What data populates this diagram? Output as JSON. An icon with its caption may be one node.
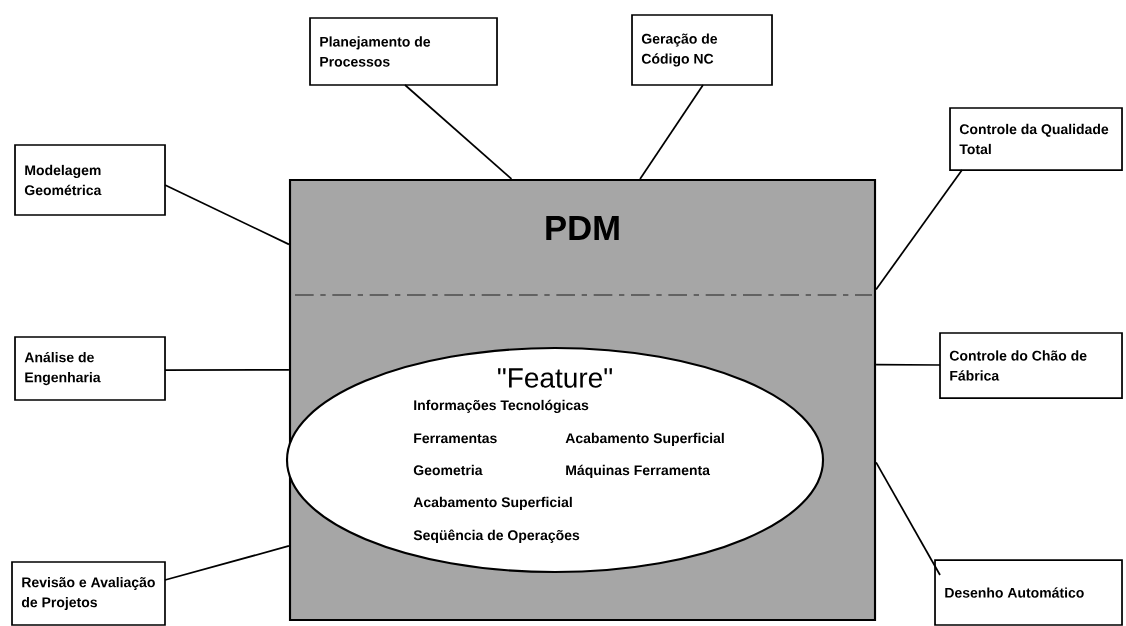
{
  "diagram": {
    "nodes": [
      {
        "text": [
          "PDM"
        ]
      },
      {
        "text": [
          "\"Feature\"",
          "Informações Tecnológicas",
          "Ferramentas",
          "Acabamento Superficial",
          "Geometria",
          "Máquinas Ferramenta",
          "Acabamento Superficial",
          "Seqüência de Operações"
        ],
        "in": 0
      },
      {
        "text": [
          "Planejamento de Processos"
        ]
      },
      {
        "text": [
          "Geração de Código NC"
        ]
      },
      {
        "text": [
          "Modelagem Geométrica"
        ]
      },
      {
        "text": [
          "Controle da Qualidade Total"
        ]
      },
      {
        "text": [
          "Análise de Engenharia"
        ]
      },
      {
        "text": [
          "Controle do Chão de Fábrica"
        ]
      },
      {
        "text": [
          "Revisão e Avaliação de Projetos"
        ]
      },
      {
        "text": [
          "Desenho Automático"
        ]
      }
    ],
    "edges": [
      {
        "from": 2,
        "to": 0,
        "arrow": "none"
      },
      {
        "from": 3,
        "to": 0,
        "arrow": "none"
      },
      {
        "from": 4,
        "to": 0,
        "arrow": "none"
      },
      {
        "from": 5,
        "to": 0,
        "arrow": "none"
      },
      {
        "from": 6,
        "to": 0,
        "arrow": "none"
      },
      {
        "from": 7,
        "to": 0,
        "arrow": "none"
      },
      {
        "from": 8,
        "to": 0,
        "arrow": "none"
      },
      {
        "from": 9,
        "to": 0,
        "arrow": "none"
      }
    ]
  }
}
